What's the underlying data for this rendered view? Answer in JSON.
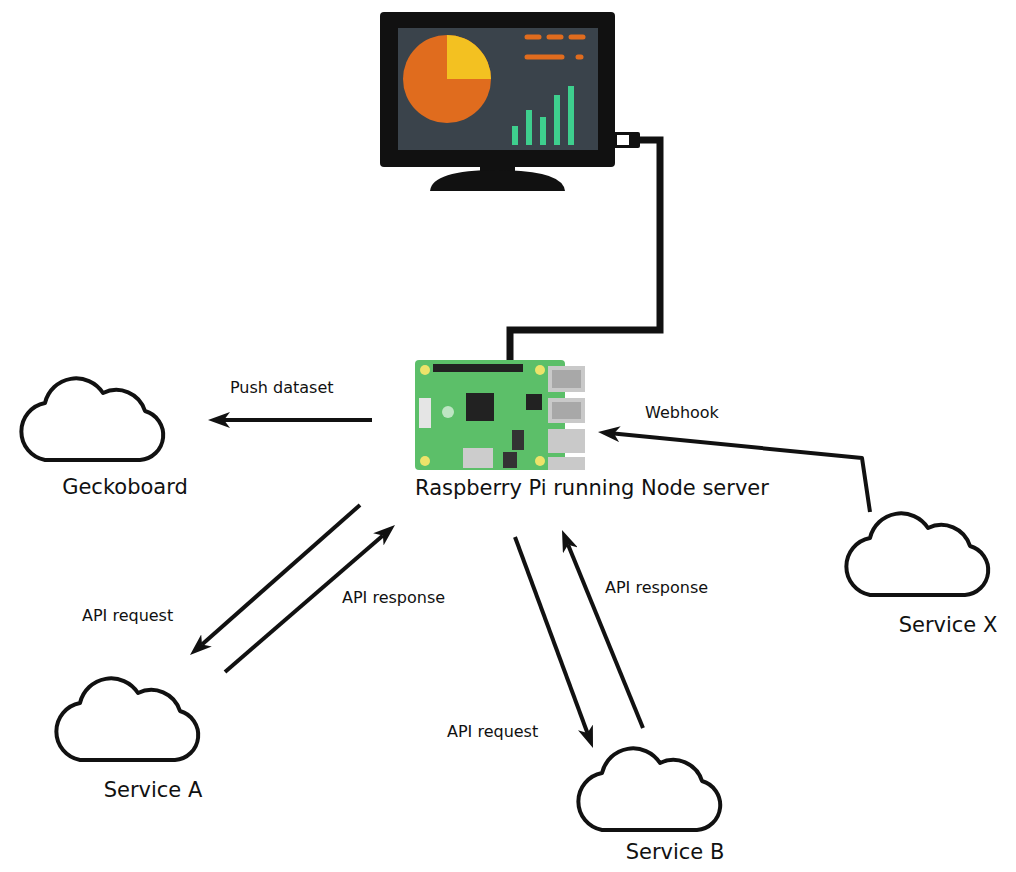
{
  "diagram": {
    "nodes": [
      {
        "text": [
          "Geckoboard"
        ]
      },
      {
        "text": [
          "Raspberry Pi running Node server"
        ]
      },
      {
        "text": [
          "Service X"
        ]
      },
      {
        "text": [
          "Service A"
        ]
      },
      {
        "text": [
          "Service B"
        ]
      }
    ],
    "edges": [
      {
        "from": 1,
        "to": 0,
        "label": "Push dataset",
        "arrow": "to"
      },
      {
        "from": 2,
        "to": 1,
        "label": "Webhook",
        "arrow": "to"
      },
      {
        "from": 1,
        "to": 3,
        "label": "API request",
        "arrow": "to"
      },
      {
        "from": 3,
        "to": 1,
        "label": "API response",
        "arrow": "to"
      },
      {
        "from": 1,
        "to": 4,
        "label": "API request",
        "arrow": "to"
      },
      {
        "from": 4,
        "to": 1,
        "label": "API response",
        "arrow": "to"
      }
    ]
  }
}
